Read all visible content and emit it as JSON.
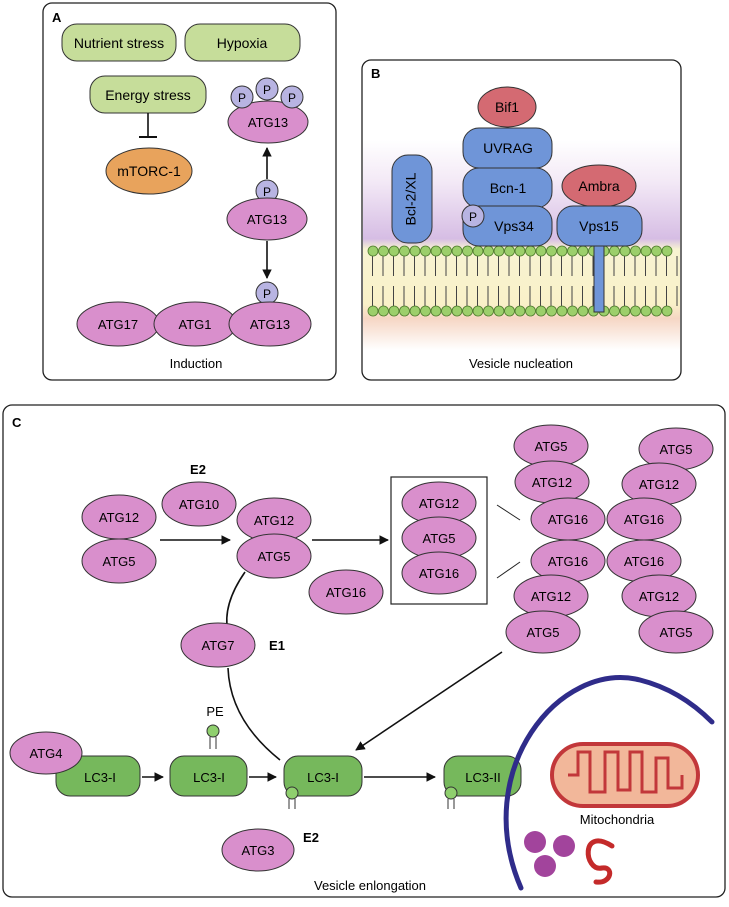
{
  "panelA": {
    "letter": "A",
    "nutrient": "Nutrient stress",
    "hypoxia": "Hypoxia",
    "energy": "Energy stress",
    "mtorc": "mTORC-1",
    "p": "P",
    "atg13": "ATG13",
    "atg17": "ATG17",
    "atg1": "ATG1",
    "caption": "Induction"
  },
  "panelB": {
    "letter": "B",
    "bif1": "Bif1",
    "uvrag": "UVRAG",
    "bcn1": "Bcn-1",
    "vps34": "Vps34",
    "p": "P",
    "bcl2": "Bcl-2/XL",
    "ambra": "Ambra",
    "vps15": "Vps15",
    "caption": "Vesicle nucleation"
  },
  "panelC": {
    "letter": "C",
    "e2": "E2",
    "e1": "E1",
    "atg12": "ATG12",
    "atg10": "ATG10",
    "atg5": "ATG5",
    "atg16": "ATG16",
    "atg7": "ATG7",
    "atg4": "ATG4",
    "atg3": "ATG3",
    "pe": "PE",
    "lc3i": "LC3-I",
    "lc3ii": "LC3-II",
    "mito": "Mitochondria",
    "caption": "Vesicle enlongation"
  },
  "colors": {
    "pink": "#d98fcc",
    "green_light": "#c6dd9a",
    "green_dark": "#76b85c",
    "orange": "#e8a35c",
    "blue": "#6f95d8",
    "red": "#d46a72",
    "lavender": "#b8b4e2",
    "purple_dot": "#a2449c",
    "navy": "#2f2c8a",
    "mito_fill": "#f2b79a",
    "mito_stroke": "#c2373a"
  }
}
